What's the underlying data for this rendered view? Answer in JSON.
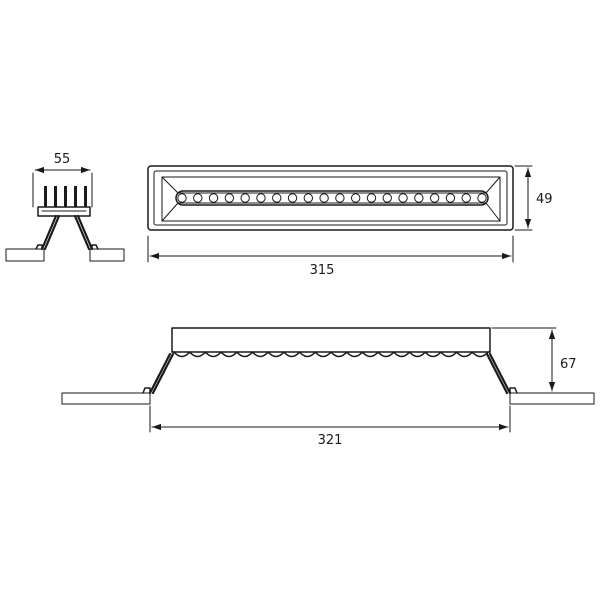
{
  "diagram": {
    "colors": {
      "line": "#1a1a1a",
      "background": "#ffffff"
    },
    "dimensions": {
      "side_width": "55",
      "front_height": "49",
      "front_length": "315",
      "cutout_height": "67",
      "cutout_length": "321"
    },
    "led_count": 20,
    "fin_count": 5
  }
}
